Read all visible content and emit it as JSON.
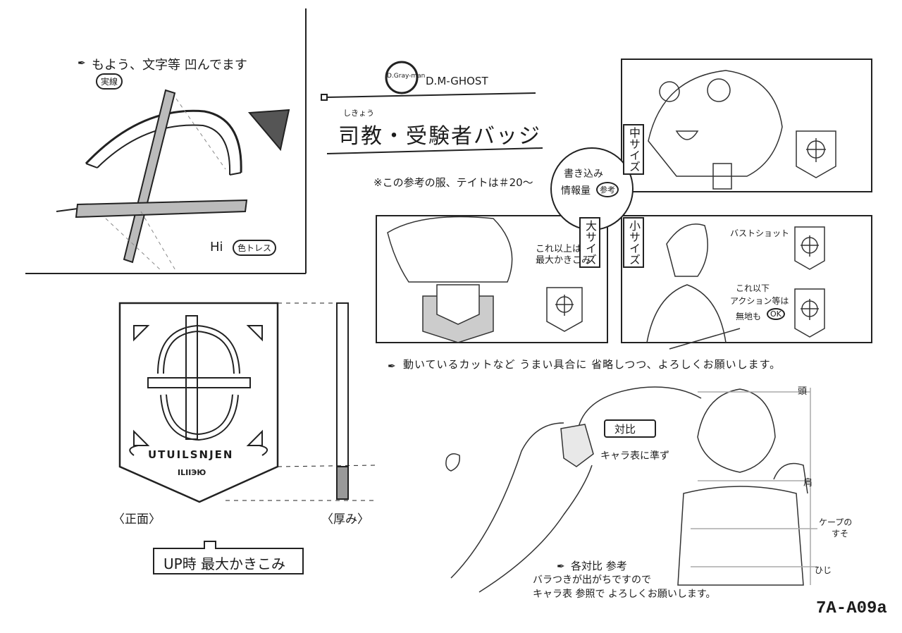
{
  "sheet": {
    "series_logo": "D.Gray-man",
    "series_title": "D.M-GHOST",
    "title_furigana": "しきょう",
    "title": "司教・受験者バッジ",
    "reference_note": "※この参考の服、テイトは＃20〜",
    "note_bubble_line1": "書き込み",
    "note_bubble_line2": "情報量",
    "note_bubble_badge": "参考",
    "page_code": "7A-A09a"
  },
  "detail_panel": {
    "note": "もよう、文字等 凹んでます",
    "note_tag": "実線",
    "corner_note_prefix": "Hi",
    "corner_note_tag": "色トレス"
  },
  "badge_views": {
    "front_label": "〈正面〉",
    "thickness_label": "〈厚み〉",
    "up_label": "UP時 最大かきこみ",
    "ribbon_text": "UTUILSNJEN",
    "ribbon_subtext": "ILIIЭЮ"
  },
  "size_panels": {
    "medium": {
      "label": "中サイズ"
    },
    "large": {
      "label": "大サイズ",
      "note_line1": "これ以上は",
      "note_line2": "最大かきこみ"
    },
    "small": {
      "label": "小サイズ",
      "note_bust": "バストショット",
      "note_line1": "これ以下",
      "note_line2": "アクション等は",
      "note_line3": "無地も",
      "note_ok": "OK"
    }
  },
  "motion_note": "動いているカットなど うまい具合に 省略しつつ、よろしくお願いします。",
  "scale_reference": {
    "tag": "対比",
    "note": "キャラ表に準ず",
    "mark_head": "頭",
    "mark_shoulder": "肩",
    "mark_cape_line1": "ケープの",
    "mark_cape_line2": "すそ",
    "mark_elbow": "ひじ",
    "footnote_title": "各対比 参考",
    "footnote_line1": "バラつきが出がちですので",
    "footnote_line2": "キャラ表 参照で よろしくお願いします。"
  }
}
